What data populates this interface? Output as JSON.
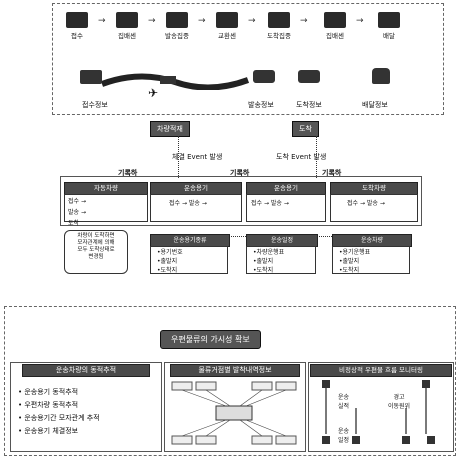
{
  "top": {
    "stations": [
      {
        "name": "접수",
        "icon": "building-icon"
      },
      {
        "name": "집배센",
        "icon": "truck-icon"
      },
      {
        "name": "발송집중",
        "icon": "factory-icon"
      },
      {
        "name": "교환센",
        "icon": "office-building-icon"
      },
      {
        "name": "도착집중",
        "icon": "factory-icon"
      },
      {
        "name": "집배센",
        "icon": "truck-icon"
      },
      {
        "name": "배달",
        "icon": "delivery-person-icon"
      }
    ],
    "info_labels": [
      "접수정보",
      "발송정보",
      "도착정보",
      "배달정보"
    ]
  },
  "middle": {
    "tag_left": "차량적재",
    "tag_right": "도착",
    "event_left": "체결 Event 발생",
    "event_right": "도착 Event 발생",
    "record_labels": [
      "기록하",
      "기록하",
      "기록하"
    ],
    "containers": [
      {
        "title": "자동차량",
        "lines": [
          "접수 →",
          "발송 →",
          "도착"
        ]
      },
      {
        "title": "운송용기",
        "lines": [
          "접수 → 발송 →"
        ]
      },
      {
        "title": "운송용기",
        "lines": [
          "접수 → 발송 →"
        ]
      },
      {
        "title": "도착차량",
        "lines": [
          "접수 → 발송 →"
        ]
      }
    ],
    "note": "차량이 도착하면\n모자관계에 의해\n모두 도착상태로\n변경됨",
    "db_boxes": [
      {
        "title": "운송용기종류",
        "items": [
          "•용기번호",
          "•출발지",
          "•도착지"
        ]
      },
      {
        "title": "운송일정",
        "items": [
          "•차량운행표",
          "•출발지",
          "•도착지"
        ]
      },
      {
        "title": "운송차량",
        "items": [
          "•용기운행표",
          "•출발지",
          "•도착지"
        ]
      }
    ]
  },
  "bottom": {
    "title": "우편물류의 가시성 확보",
    "col1": {
      "title": "운송차량의 동적추적",
      "bullets": [
        "• 운송용기 동적추적",
        "• 우편차량 동적추적",
        "• 운송용기간 모자관계 추적",
        "• 운송용기 체결정보"
      ]
    },
    "col2": {
      "title": "물류거점별 발착내역정보"
    },
    "col3": {
      "title": "비정상적 우편물 흐름 모니터링",
      "labels": [
        "운송\n실적",
        "경고\n이동원위",
        "운송\n일정"
      ]
    }
  }
}
